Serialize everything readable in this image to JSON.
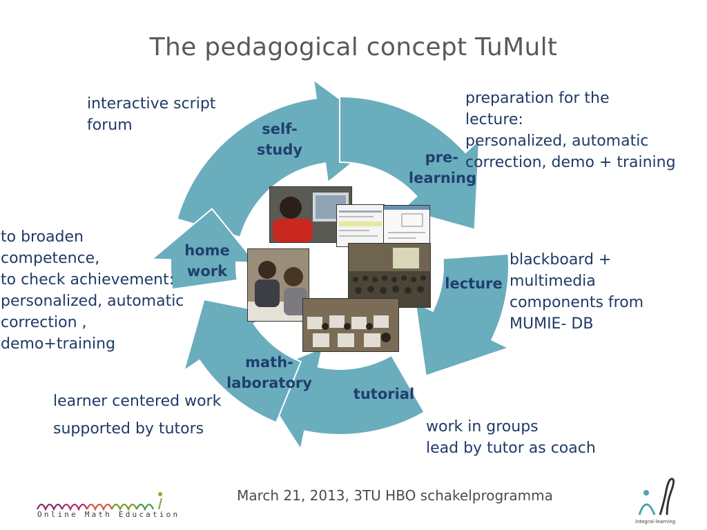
{
  "title": "The pedagogical concept TuMult",
  "stages": {
    "self_study": [
      "self-",
      "study"
    ],
    "pre_learning": [
      "pre-",
      "learning"
    ],
    "lecture": [
      "lecture"
    ],
    "tutorial": [
      "tutorial"
    ],
    "math_lab": [
      "math-",
      "laboratory"
    ],
    "homework": [
      "home",
      "work"
    ]
  },
  "notes": {
    "self_study": [
      "interactive  script",
      "forum"
    ],
    "pre_learning": [
      "preparation  for  the",
      "lecture:",
      "personalized, automatic",
      "correction, demo + training"
    ],
    "lecture": [
      "blackboard  +",
      "multimedia",
      "components from",
      "MUMIE- DB"
    ],
    "tutorial": [
      "work in groups",
      "lead by tutor as coach"
    ],
    "math_lab": [
      "learner centered work",
      "supported by tutors"
    ],
    "homework": [
      "to broaden",
      "competence,",
      "to check achievement:",
      "personalized, automatic",
      "correction ,",
      "demo+training"
    ]
  },
  "footer": "March 21, 2013, 3TU HBO schakelprogramma",
  "logos": {
    "left_text": "Online Math Education",
    "right_text": "integral-learning"
  },
  "colors": {
    "arrow": "#6aadbd",
    "stage_text": "#1f3f6e",
    "note_text": "#1f3a66",
    "title": "#595959"
  }
}
